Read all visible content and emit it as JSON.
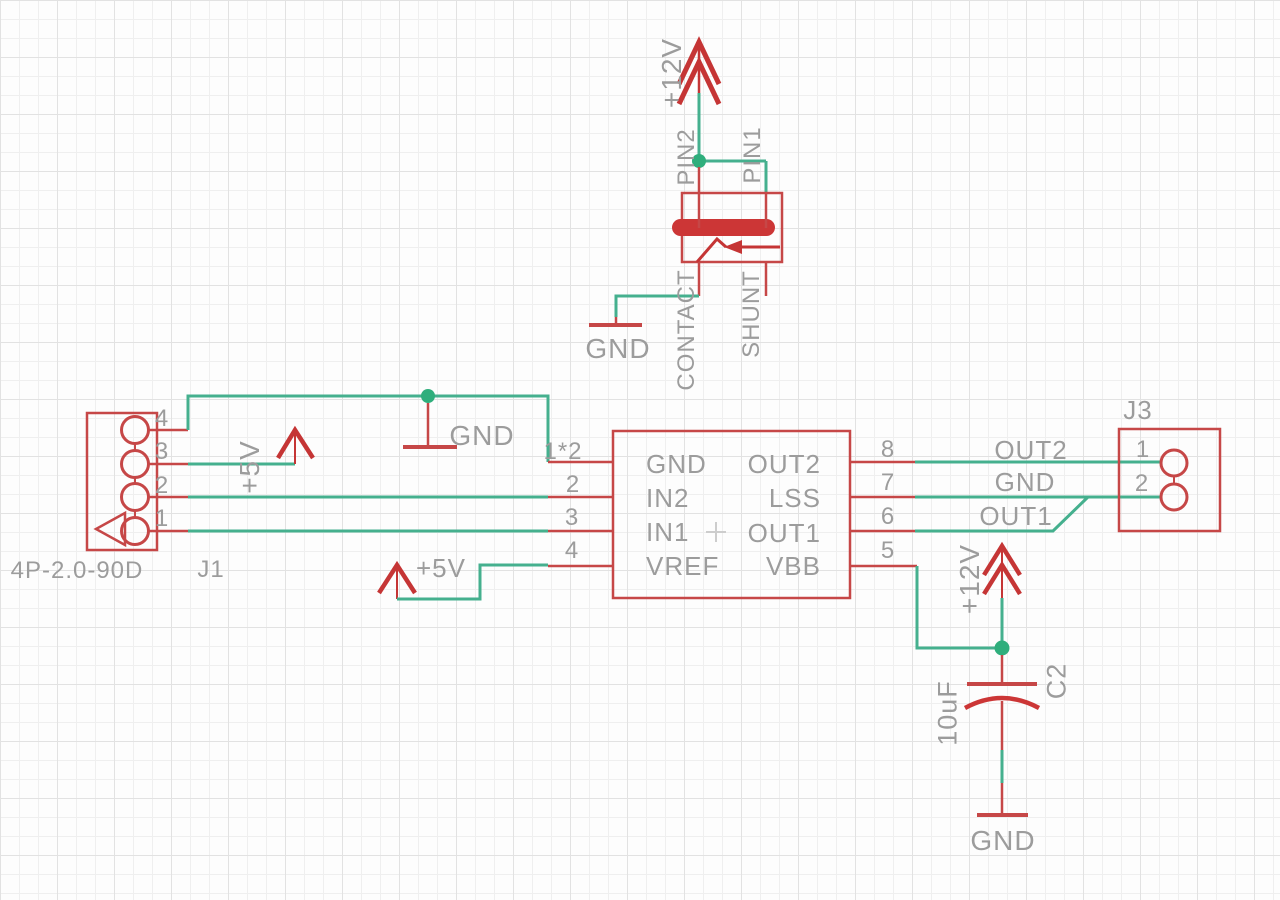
{
  "colors": {
    "wire": "#45b08e",
    "junction": "#2fae7c",
    "component_red": "#c64747",
    "accent_red": "#c53535",
    "text_gray": "#9c9c9c",
    "background": "#fdfdfd"
  },
  "power": {
    "p12v_top": "+12V",
    "p12v_vbb": "+12V",
    "p5v_in": "+5V",
    "p5v_vref": "+5V"
  },
  "ground_labels": {
    "jumper": "GND",
    "input": "GND",
    "cap": "GND"
  },
  "jumper": {
    "pin2": "PIN2",
    "pin1": "PIN1",
    "contact": "CONTACT",
    "shunt": "SHUNT"
  },
  "j1": {
    "refdes": "J1",
    "value": "4P-2.0-90D",
    "pin_numbers": [
      "4",
      "3",
      "2",
      "1"
    ]
  },
  "ic": {
    "left_pin_numbers": [
      "1*2",
      "2",
      "3",
      "4"
    ],
    "right_pin_numbers": [
      "8",
      "7",
      "6",
      "5"
    ],
    "left_pin_names": [
      "GND",
      "IN2",
      "IN1",
      "VREF"
    ],
    "right_pin_names": [
      "OUT2",
      "LSS",
      "OUT1",
      "VBB"
    ]
  },
  "net_labels": {
    "out2": "OUT2",
    "gnd": "GND",
    "out1": "OUT1"
  },
  "j3": {
    "refdes": "J3",
    "pin_numbers": [
      "1",
      "2"
    ]
  },
  "c2": {
    "refdes": "C2",
    "value": "10uF"
  }
}
